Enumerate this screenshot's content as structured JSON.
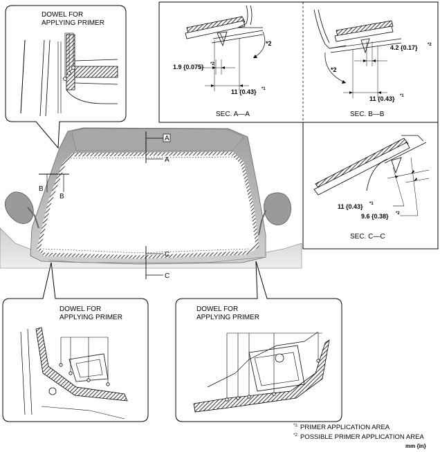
{
  "callouts": {
    "top_left": {
      "line1": "DOWEL FOR",
      "line2": "APPLYING PRIMER"
    },
    "bottom_left": {
      "line1": "DOWEL FOR",
      "line2": "APPLYING PRIMER"
    },
    "bottom_right": {
      "line1": "DOWEL FOR",
      "line2": "APPLYING PRIMER"
    }
  },
  "section_markers": {
    "a": "A",
    "b": "B",
    "c": "C"
  },
  "sections": {
    "aa": {
      "title": "SEC. A—A",
      "dim1_value": "1.9 {0.075}",
      "dim1_ref": "*2",
      "dim2_value": "11 {0.43}",
      "dim2_ref": "*1",
      "angle_ref": "*2"
    },
    "bb": {
      "title": "SEC. B—B",
      "dim1_value": "4.2 {0.17}",
      "dim1_ref": "*2",
      "dim2_value": "11 {0.43}",
      "dim2_ref": "*1",
      "angle_ref": "*2"
    },
    "cc": {
      "title": "SEC. C—C",
      "dim1_value": "11 {0.43}",
      "dim1_ref": "*1",
      "dim2_value": "9.6 {0.38}",
      "dim2_ref": "*2"
    }
  },
  "legend": {
    "note1_mark": "*1:",
    "note1_text": "PRIMER APPLICATION AREA",
    "note2_mark": "*2:",
    "note2_text": "POSSIBLE PRIMER APPLICATION AREA",
    "units": "mm {in}"
  },
  "colors": {
    "car_body": "#bdbdbd",
    "car_dark": "#8a8a8a",
    "hatch": "#000000",
    "line": "#000000"
  }
}
